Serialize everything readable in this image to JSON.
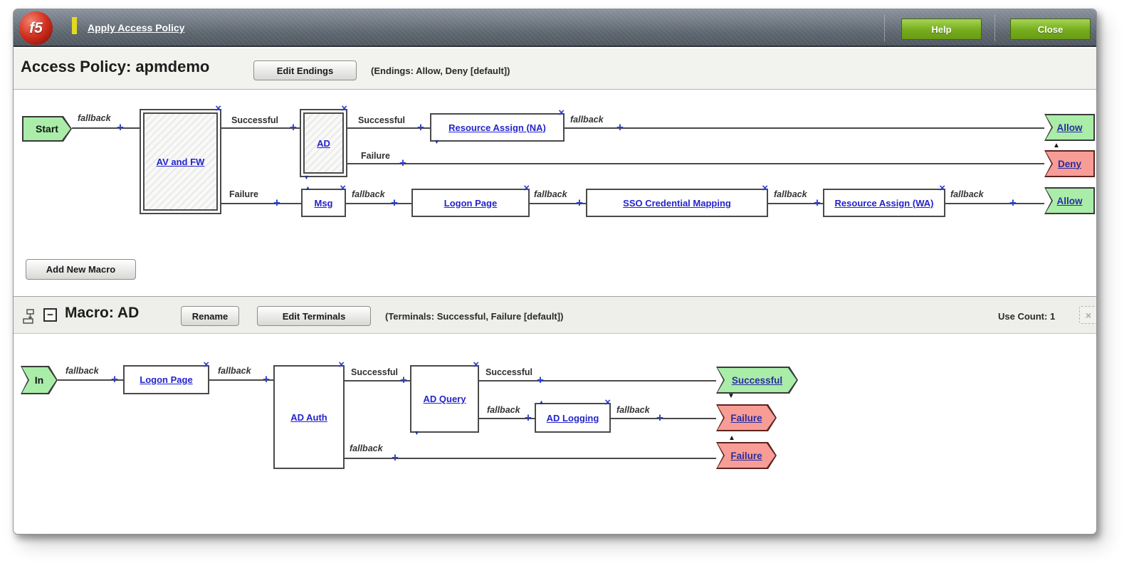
{
  "glyphs": {
    "plus": "+",
    "close_x": "×",
    "tri_up": "▲",
    "tri_down": "▼",
    "collapse_minus": "−"
  },
  "header": {
    "logo": "f5",
    "apply_link": "Apply Access Policy",
    "help_btn": "Help",
    "close_btn": "Close"
  },
  "policy": {
    "title": "Access Policy: apmdemo",
    "edit_endings_btn": "Edit Endings",
    "endings_note": "(Endings: Allow, Deny [default])",
    "labels": {
      "fallback": "fallback",
      "successful": "Successful",
      "failure": "Failure"
    },
    "nodes": {
      "start": "Start",
      "av_fw": "AV and FW",
      "ad": "AD",
      "resource_na": "Resource Assign (NA)",
      "msg": "Msg",
      "logon_page": "Logon Page",
      "sso": "SSO Credential Mapping",
      "resource_wa": "Resource Assign (WA)"
    },
    "endings": {
      "allow": "Allow",
      "deny": "Deny"
    }
  },
  "add_macro_btn": "Add New Macro",
  "macro": {
    "title": "Macro: AD",
    "rename_btn": "Rename",
    "edit_terminals_btn": "Edit Terminals",
    "terminals_note": "(Terminals: Successful, Failure [default])",
    "use_count": "Use Count: 1",
    "labels": {
      "fallback": "fallback",
      "successful": "Successful"
    },
    "nodes": {
      "in": "In",
      "logon_page": "Logon Page",
      "ad_auth": "AD Auth",
      "ad_query": "AD Query",
      "ad_logging": "AD Logging"
    },
    "terminals": {
      "successful": "Successful",
      "failure": "Failure"
    }
  },
  "colors": {
    "terminal_green": "#a9eda9",
    "terminal_red": "#f79d95",
    "button_green": "#76ac1d",
    "link_blue": "#2424cc",
    "header_gray": "#5d656f"
  }
}
